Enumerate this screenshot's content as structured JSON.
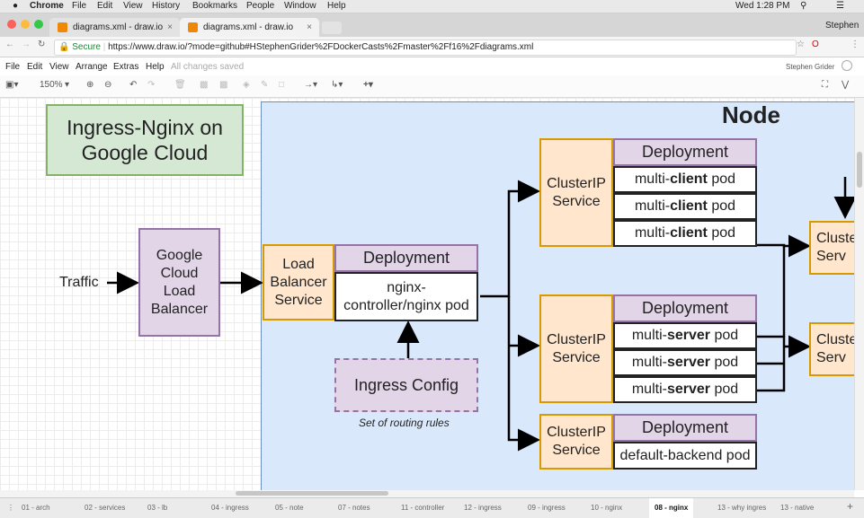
{
  "macbar": {
    "apple": "",
    "app": "Chrome",
    "menus": [
      "File",
      "Edit",
      "View",
      "History",
      "Bookmarks",
      "People",
      "Window",
      "Help"
    ],
    "clock": "Wed 1:28 PM"
  },
  "tabs": [
    {
      "label": "diagrams.xml - draw.io"
    },
    {
      "label": "diagrams.xml - draw.io"
    }
  ],
  "profile": "Stephen",
  "address": {
    "secure": "Secure",
    "url": "https://www.draw.io/?mode=github#HStephenGrider%2FDockerCasts%2Fmaster%2Ff16%2Fdiagrams.xml"
  },
  "appmenu": {
    "items": [
      "File",
      "Edit",
      "View",
      "Arrange",
      "Extras",
      "Help"
    ],
    "status": "All changes saved",
    "user": "Stephen Grider"
  },
  "toolbar": {
    "zoom": "150%"
  },
  "diagram": {
    "title_line1": "Ingress-Nginx on",
    "title_line2": "Google Cloud",
    "node": "Node",
    "traffic": "Traffic",
    "glb": [
      "Google",
      "Cloud",
      "Load",
      "Balancer"
    ],
    "lbs": [
      "Load",
      "Balancer",
      "Service"
    ],
    "deployment": "Deployment",
    "nginx_pod_1": "nginx-",
    "nginx_pod_2": "controller/nginx pod",
    "ingress_config": "Ingress Config",
    "routing_rules": "Set of routing rules",
    "clusterip_1": "ClusterIP",
    "clusterip_2": "Service",
    "client_pre": "multi-",
    "client_bold": "client",
    "client_post": " pod",
    "server_pre": "multi-",
    "server_bold": "server",
    "server_post": " pod",
    "default_backend": "default-backend pod",
    "cut_1": "Cluste",
    "cut_2": "Serv"
  },
  "pages": [
    "01 - arch",
    "02 - services",
    "03 - lb",
    "04 - ingress",
    "05 - note",
    "07 - notes",
    "11 - controller",
    "12 - ingress",
    "09 - ingress",
    "10 - nginx",
    "08 - nginx",
    "13 - why ingres",
    "13 - native"
  ]
}
